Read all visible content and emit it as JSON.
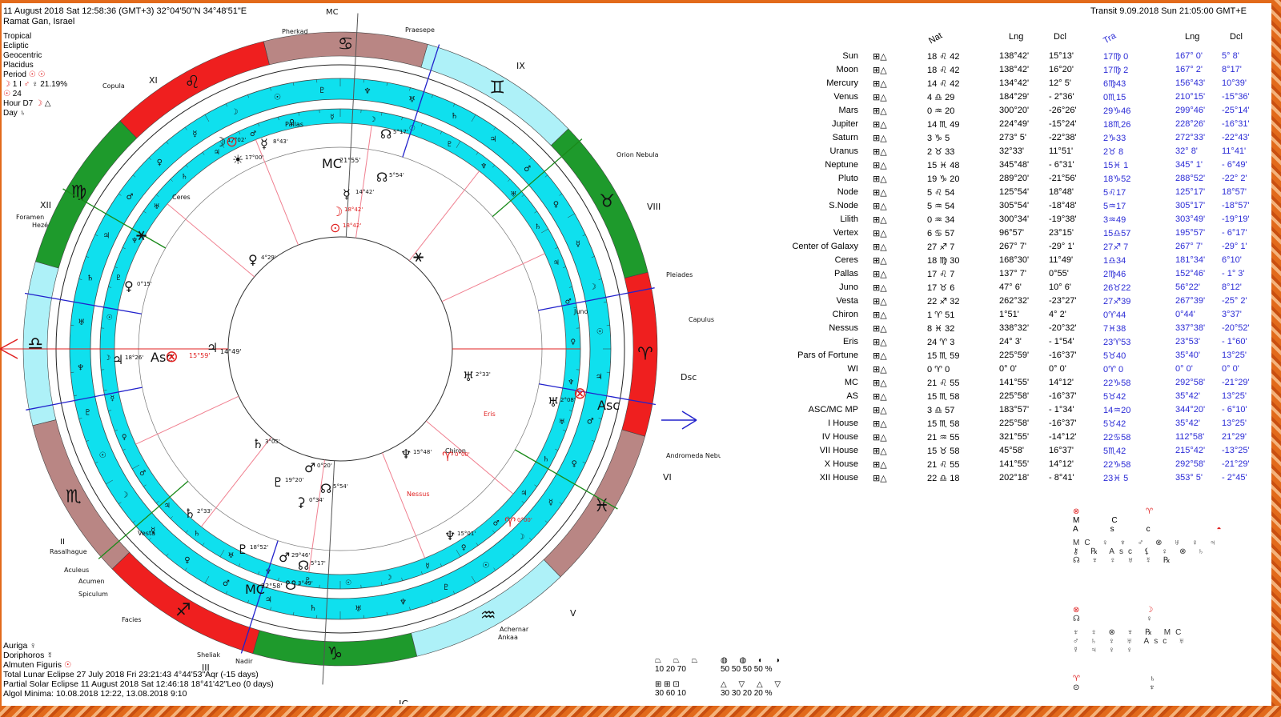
{
  "header": {
    "natal_line": "11 August 2018  Sat  12:58:36 (GMT+3) 32°04'50\"N  34°48'51\"E",
    "location": "Ramat Gan, Israel",
    "transit_line": "Transit  9.09.2018  Sun 21:05:00 GMT+E"
  },
  "left_info": {
    "zodiac": "Tropical",
    "coords": "Ecliptic",
    "center": "Geocentric",
    "houses": "Placidus",
    "period_label": "Period",
    "period_line2": "1 I",
    "period_pct": "21.19%",
    "period_line3": "24",
    "hour_label": "Hour D7",
    "day_label": "Day"
  },
  "bottom_info": {
    "auriga": "Auriga",
    "doriphoros": "Doriphoros",
    "almuten": "Almuten Figuris",
    "lunar_eclipse": "Total Lunar Eclipse 27 July 2018 Fri 23:21:43  4°44'53\"Aqr (-15 days)",
    "solar_eclipse": "Partial Solar Eclipse 11 August 2018 Sat 12:46:18 18°41'42\"Leo (0 days)",
    "algol": "Algol Minima: 10.08.2018 12:22,  13.08.2018  9:10"
  },
  "chart_labels": {
    "mc_top": "MC",
    "ic_bottom": "IC",
    "house_ix": "IX",
    "house_viii": "VIII",
    "house_xi": "XI",
    "house_xii": "XII",
    "house_ii": "II",
    "house_iii": "III",
    "house_v": "V",
    "house_vi": "VI",
    "dsc": "Dsc",
    "asc_label": "Asc",
    "asc_deg": "15°59'",
    "asc_ju": "14°49'",
    "mc_inner": "MC",
    "mc_inner_deg": "21°55'",
    "mc_transit": "MC",
    "mc_transit_deg": "22°58'",
    "stars": [
      "Pherkad",
      "Praesepe",
      "Copula",
      "Foramen",
      "Hezé",
      "Pallas",
      "Ceres",
      "Orion Nebula",
      "Pleiades",
      "Capulus",
      "Juno",
      "Eris",
      "Chiron",
      "Nessus",
      "Andromeda Nebula",
      "Rasalhague",
      "Aculeus",
      "Acumen",
      "Spiculum",
      "Facies",
      "Sheliak",
      "Nadir",
      "Achernar",
      "Ankaa",
      "Vesta"
    ]
  },
  "table": {
    "nat_head": "Nat",
    "lng_head": "Lng",
    "dcl_head": "Dcl",
    "tra_head": "Tra",
    "lng2_head": "Lng",
    "dcl2_head": "Dcl",
    "rows": [
      {
        "name": "Sun",
        "nat": "18 ♌ 42",
        "lng": "138°42'",
        "dcl": "15°13'",
        "tra": "17♍ 0",
        "lng2": "167° 0'",
        "dcl2": "5° 8'"
      },
      {
        "name": "Moon",
        "nat": "18 ♌ 42",
        "lng": "138°42'",
        "dcl": "16°20'",
        "tra": "17♍ 2",
        "lng2": "167° 2'",
        "dcl2": "8°17'"
      },
      {
        "name": "Mercury",
        "nat": "14 ♌ 42",
        "lng": "134°42'",
        "dcl": "12° 5'",
        "tra": "6♍43",
        "lng2": "156°43'",
        "dcl2": "10°39'"
      },
      {
        "name": "Venus",
        "nat": "4 ♎ 29",
        "lng": "184°29'",
        "dcl": "- 2°36'",
        "tra": "0♏15",
        "lng2": "210°15'",
        "dcl2": "-15°36'"
      },
      {
        "name": "Mars",
        "nat": "0 ♒ 20",
        "lng": "300°20'",
        "dcl": "-26°26'",
        "tra": "29♑46",
        "lng2": "299°46'",
        "dcl2": "-25°14'"
      },
      {
        "name": "Jupiter",
        "nat": "14 ♏ 49",
        "lng": "224°49'",
        "dcl": "-15°24'",
        "tra": "18♏26",
        "lng2": "228°26'",
        "dcl2": "-16°31'"
      },
      {
        "name": "Saturn",
        "nat": "3 ♑ 5",
        "lng": "273° 5'",
        "dcl": "-22°38'",
        "tra": "2♑33",
        "lng2": "272°33'",
        "dcl2": "-22°43'"
      },
      {
        "name": "Uranus",
        "nat": "2 ♉ 33",
        "lng": "32°33'",
        "dcl": "11°51'",
        "tra": "2♉ 8",
        "lng2": "32° 8'",
        "dcl2": "11°41'"
      },
      {
        "name": "Neptune",
        "nat": "15 ♓ 48",
        "lng": "345°48'",
        "dcl": "- 6°31'",
        "tra": "15♓ 1",
        "lng2": "345° 1'",
        "dcl2": "- 6°49'"
      },
      {
        "name": "Pluto",
        "nat": "19 ♑ 20",
        "lng": "289°20'",
        "dcl": "-21°56'",
        "tra": "18♑52",
        "lng2": "288°52'",
        "dcl2": "-22° 2'"
      },
      {
        "name": "Node",
        "nat": "5 ♌ 54",
        "lng": "125°54'",
        "dcl": "18°48'",
        "tra": "5♌17",
        "lng2": "125°17'",
        "dcl2": "18°57'"
      },
      {
        "name": "S.Node",
        "nat": "5 ♒ 54",
        "lng": "305°54'",
        "dcl": "-18°48'",
        "tra": "5♒17",
        "lng2": "305°17'",
        "dcl2": "-18°57'"
      },
      {
        "name": "Lilith",
        "nat": "0 ♒ 34",
        "lng": "300°34'",
        "dcl": "-19°38'",
        "tra": "3♒49",
        "lng2": "303°49'",
        "dcl2": "-19°19'"
      },
      {
        "name": "Vertex",
        "nat": "6 ♋ 57",
        "lng": "96°57'",
        "dcl": "23°15'",
        "tra": "15♎57",
        "lng2": "195°57'",
        "dcl2": "- 6°17'"
      },
      {
        "name": "Center of Galaxy",
        "nat": "27 ♐ 7",
        "lng": "267° 7'",
        "dcl": "-29° 1'",
        "tra": "27♐ 7",
        "lng2": "267° 7'",
        "dcl2": "-29° 1'"
      },
      {
        "name": "Ceres",
        "nat": "18 ♍ 30",
        "lng": "168°30'",
        "dcl": "11°49'",
        "tra": "1♎34",
        "lng2": "181°34'",
        "dcl2": "6°10'"
      },
      {
        "name": "Pallas",
        "nat": "17 ♌ 7",
        "lng": "137° 7'",
        "dcl": "0°55'",
        "tra": "2♍46",
        "lng2": "152°46'",
        "dcl2": "- 1° 3'"
      },
      {
        "name": "Juno",
        "nat": "17 ♉ 6",
        "lng": "47° 6'",
        "dcl": "10° 6'",
        "tra": "26♉22",
        "lng2": "56°22'",
        "dcl2": "8°12'"
      },
      {
        "name": "Vesta",
        "nat": "22 ♐ 32",
        "lng": "262°32'",
        "dcl": "-23°27'",
        "tra": "27♐39",
        "lng2": "267°39'",
        "dcl2": "-25° 2'"
      },
      {
        "name": "Chiron",
        "nat": "1 ♈ 51",
        "lng": "1°51'",
        "dcl": "4° 2'",
        "tra": "0♈44",
        "lng2": "0°44'",
        "dcl2": "3°37'"
      },
      {
        "name": "Nessus",
        "nat": "8 ♓ 32",
        "lng": "338°32'",
        "dcl": "-20°32'",
        "tra": "7♓38",
        "lng2": "337°38'",
        "dcl2": "-20°52'"
      },
      {
        "name": "Eris",
        "nat": "24 ♈ 3",
        "lng": "24° 3'",
        "dcl": "- 1°54'",
        "tra": "23♈53",
        "lng2": "23°53'",
        "dcl2": "- 1°60'"
      },
      {
        "name": "Pars of Fortune",
        "nat": "15 ♏ 59",
        "lng": "225°59'",
        "dcl": "-16°37'",
        "tra": "5♉40",
        "lng2": "35°40'",
        "dcl2": "13°25'"
      },
      {
        "name": "WI",
        "nat": "0 ♈ 0",
        "lng": "0° 0'",
        "dcl": "0° 0'",
        "tra": "0♈ 0",
        "lng2": "0° 0'",
        "dcl2": "0° 0'"
      },
      {
        "name": "MC",
        "nat": "21 ♌ 55",
        "lng": "141°55'",
        "dcl": "14°12'",
        "tra": "22♑58",
        "lng2": "292°58'",
        "dcl2": "-21°29'"
      },
      {
        "name": "AS",
        "nat": "15 ♏ 58",
        "lng": "225°58'",
        "dcl": "-16°37'",
        "tra": "5♉42",
        "lng2": "35°42'",
        "dcl2": "13°25'"
      },
      {
        "name": "ASC/MC MP",
        "nat": "3 ♎ 57",
        "lng": "183°57'",
        "dcl": "- 1°34'",
        "tra": "14♒20",
        "lng2": "344°20'",
        "dcl2": "- 6°10'"
      },
      {
        "name": "I House",
        "nat": "15 ♏ 58",
        "lng": "225°58'",
        "dcl": "-16°37'",
        "tra": "5♉42",
        "lng2": "35°42'",
        "dcl2": "13°25'"
      },
      {
        "name": "IV House",
        "nat": "21 ♒ 55",
        "lng": "321°55'",
        "dcl": "-14°12'",
        "tra": "22♋58",
        "lng2": "112°58'",
        "dcl2": "21°29'"
      },
      {
        "name": "VII House",
        "nat": "15 ♉ 58",
        "lng": "45°58'",
        "dcl": "16°37'",
        "tra": "5♏42",
        "lng2": "215°42'",
        "dcl2": "-13°25'"
      },
      {
        "name": "X House",
        "nat": "21 ♌ 55",
        "lng": "141°55'",
        "dcl": "14°12'",
        "tra": "22♑58",
        "lng2": "292°58'",
        "dcl2": "-21°29'"
      },
      {
        "name": "XII House",
        "nat": "22 ♎ 18",
        "lng": "202°18'",
        "dcl": "- 8°41'",
        "tra": "23♓ 5",
        "lng2": "353° 5'",
        "dcl2": "- 2°45'"
      }
    ]
  },
  "stats": {
    "row1": "10  20  70",
    "row2": "30  60  10",
    "row3": "50  50  50  50 %",
    "row4": "30  30  20  20 %"
  }
}
